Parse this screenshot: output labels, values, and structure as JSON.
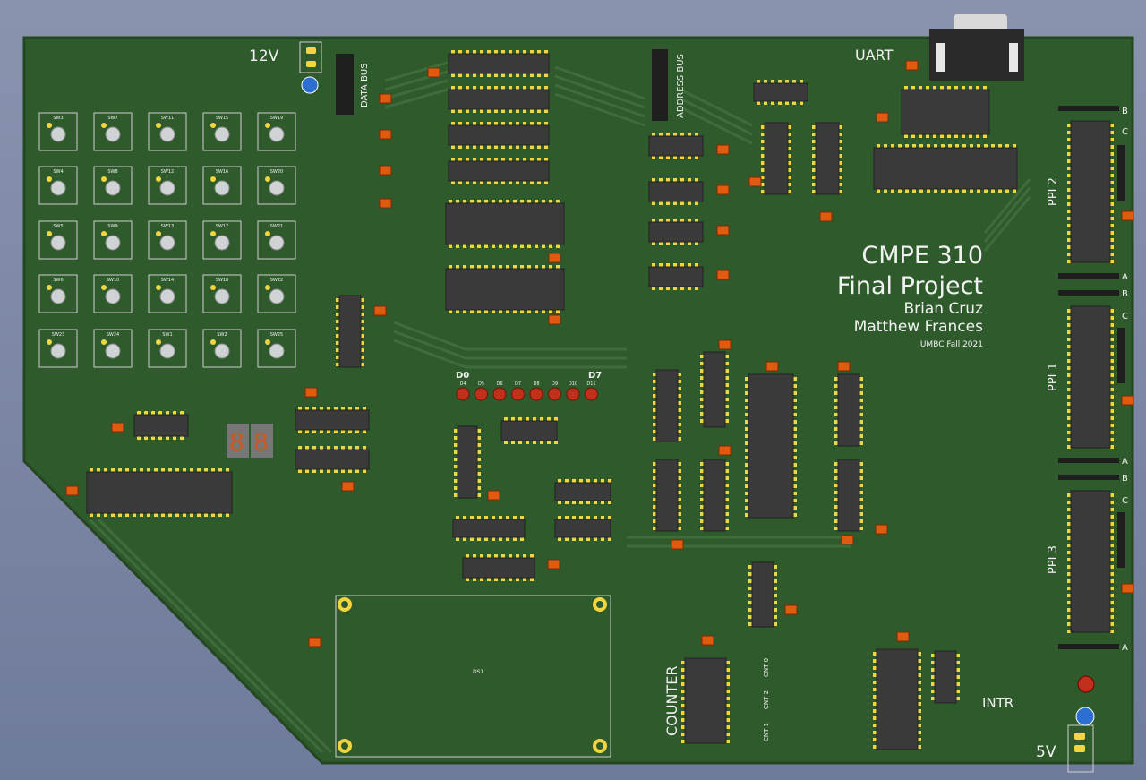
{
  "board": {
    "title_line1": "CMPE 310",
    "title_line2": "Final Project",
    "author1": "Brian Cruz",
    "author2": "Matthew Frances",
    "term": "UMBC Fall 2021"
  },
  "labels": {
    "power_12v": "12V",
    "power_5v": "5V",
    "uart": "UART",
    "data_bus": "DATA BUS",
    "address_bus": "ADDRESS BUS",
    "ppi1": "PPI 1",
    "ppi2": "PPI 2",
    "ppi3": "PPI 3",
    "counter": "COUNTER",
    "intr": "INTR",
    "led_first": "D0",
    "led_last": "D7",
    "display": "DS1",
    "port_a": "A",
    "port_b": "B",
    "port_c": "C",
    "cnt0": "CNT 0",
    "cnt1": "CNT 1",
    "cnt2": "CNT 2"
  },
  "colors": {
    "board": "#2f5a2c",
    "board_edge": "#274b25",
    "trace": "#3d6b38",
    "silkscreen": "#f2f2f2",
    "ic_body": "#3a3a3a",
    "pad": "#f2d640",
    "cap": "#e05a10",
    "led": "#c0301a"
  },
  "leds": [
    "D4",
    "D5",
    "D6",
    "D7",
    "D8",
    "D9",
    "D10",
    "D11"
  ],
  "switches": [
    "SW3",
    "SW7",
    "SW11",
    "SW15",
    "SW19",
    "SW4",
    "SW8",
    "SW12",
    "SW16",
    "SW20",
    "SW5",
    "SW9",
    "SW13",
    "SW17",
    "SW21",
    "SW6",
    "SW10",
    "SW14",
    "SW18",
    "SW22",
    "SW23",
    "SW24",
    "SW1",
    "SW2",
    "SW25"
  ]
}
